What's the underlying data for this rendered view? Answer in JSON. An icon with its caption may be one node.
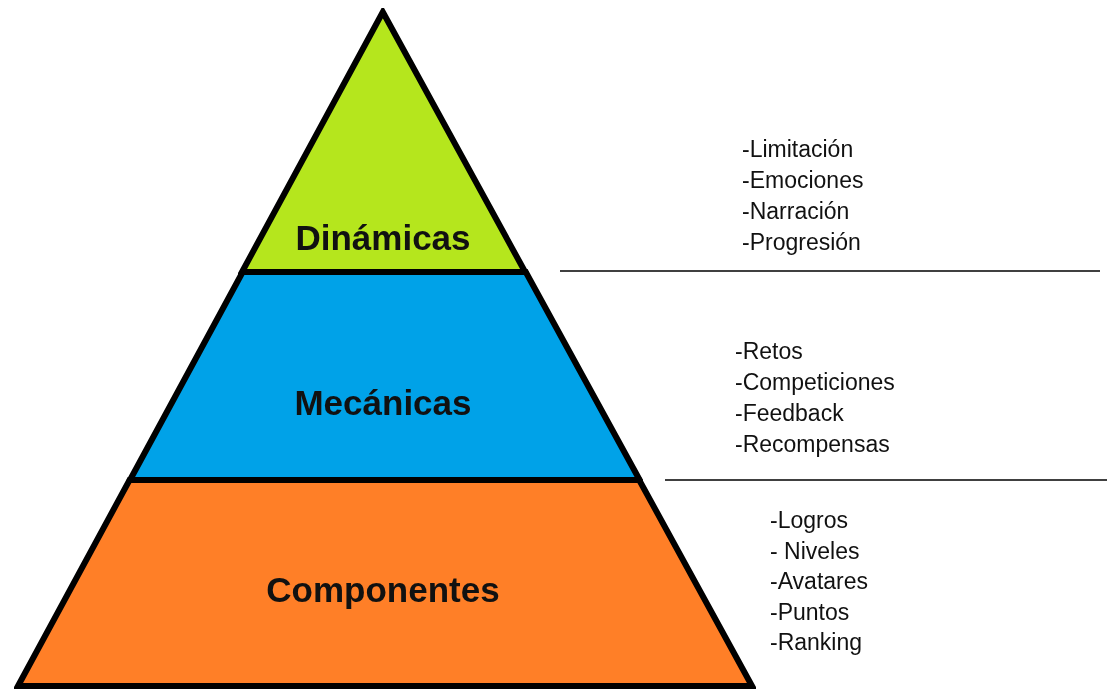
{
  "diagram": {
    "nodes": [
      {
        "text": [
          "Dinámicas"
        ],
        "beside": [
          "-Limitación",
          "-Emociones",
          "-Narración",
          "-Progresión"
        ]
      },
      {
        "text": [
          "Mecánicas"
        ],
        "beside": [
          "-Retos",
          "-Competiciones",
          "-Feedback",
          "-Recompensas"
        ]
      },
      {
        "text": [
          "Componentes"
        ],
        "beside": [
          "-Logros",
          "- Niveles",
          "-Avatares",
          "-Puntos",
          "-Ranking"
        ]
      }
    ]
  }
}
